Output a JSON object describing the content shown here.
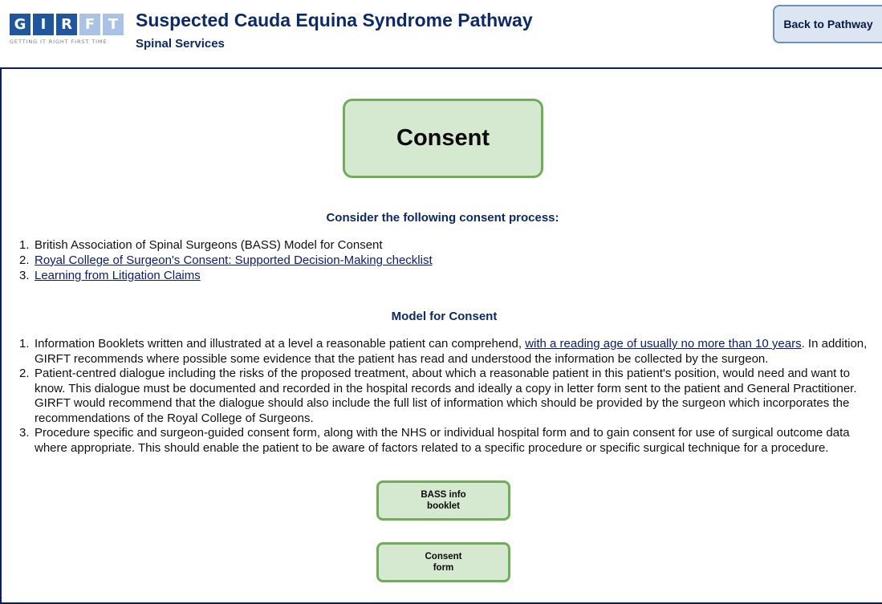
{
  "header": {
    "logo_letters": [
      "G",
      "I",
      "R",
      "F",
      "T"
    ],
    "logo_tagline": "GETTING IT RIGHT FIRST TIME",
    "title": "Suspected Cauda Equina Syndrome Pathway",
    "subtitle": "Spinal Services",
    "back_button": "Back to Pathway"
  },
  "main": {
    "consent_title": "Consent",
    "process_heading": "Consider the following consent process:",
    "process_items": [
      {
        "num": "1.",
        "text": "British Association of Spinal Surgeons (BASS) Model for Consent"
      },
      {
        "num": "2.",
        "link": "Royal College of Surgeon's Consent: Supported Decision-Making checklist"
      },
      {
        "num": "3.",
        "link": "Learning from Litigation Claims"
      }
    ],
    "model_heading": "Model for Consent",
    "model_items": [
      {
        "num": "1.",
        "before": "Information Booklets written and illustrated at a level a reasonable patient can comprehend, ",
        "link": "with a reading age of usually no more than 10 years",
        "after": ". In addition, GIRFT recommends where possible some evidence that the patient has read and understood the information be collected by the surgeon."
      },
      {
        "num": "2.",
        "text": "Patient-centred dialogue including the risks of the proposed treatment, about which a reasonable patient in this patient's position, would need and want to know. This dialogue must be documented and recorded in the hospital records and ideally a copy in letter form sent to the patient and General Practitioner. GIRFT would recommend that the dialogue should also include the full list of information which should be provided by the surgeon which incorporates the recommendations of the Royal College of Surgeons."
      },
      {
        "num": "3.",
        "text": "Procedure specific and surgeon-guided consent form, along with the NHS or individual hospital form and to gain consent for use of surgical outcome data where appropriate. This should enable the patient to be aware of factors related to a specific procedure or specific surgical technique for a procedure."
      }
    ],
    "bass_button": "BASS info booklet",
    "consent_form_button": "Consent form"
  },
  "colors": {
    "brand_navy": "#0a2a6b",
    "logo_blue": "#1e56a0",
    "logo_light_blue": "#a9c3e6",
    "box_green_fill": "#d5e8d0",
    "box_green_border": "#6fae55",
    "back_button_fill": "#dce6f3"
  }
}
